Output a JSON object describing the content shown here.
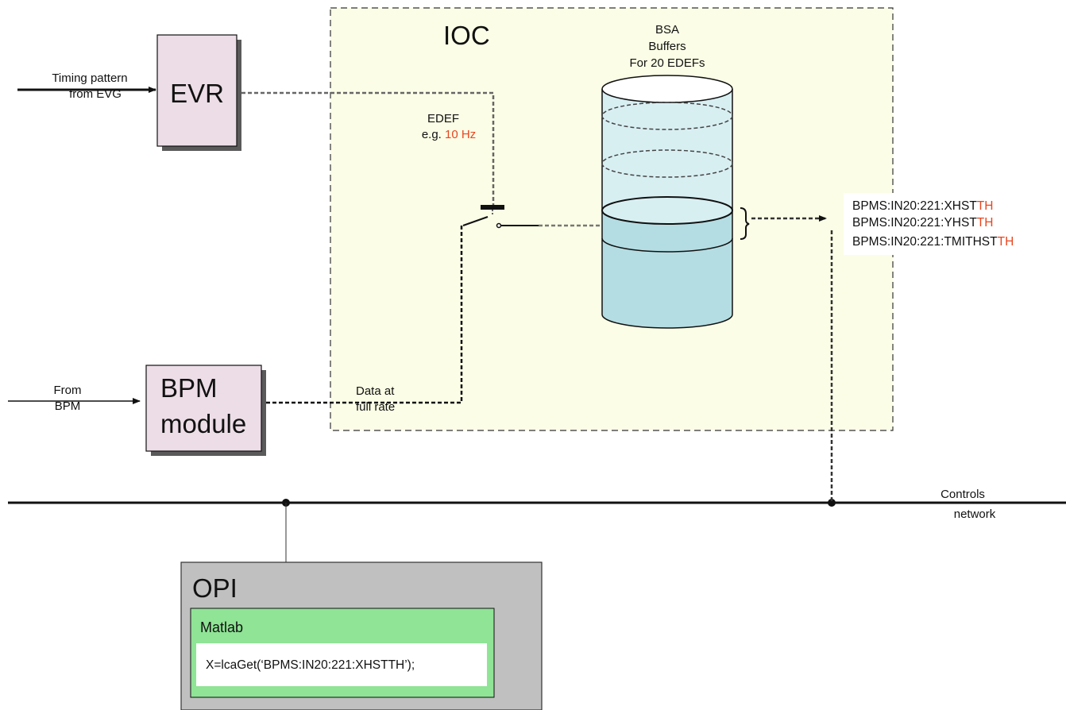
{
  "ioc": {
    "title": "IOC"
  },
  "bsa": {
    "line1": "BSA",
    "line2": "Buffers",
    "line3": "For 20 EDEFs"
  },
  "evr": {
    "label": "EVR"
  },
  "timing_input": {
    "line1": "Timing pattern",
    "line2": "from EVG"
  },
  "edef": {
    "line1": "EDEF",
    "prefix": "e.g. ",
    "rate": "10 Hz"
  },
  "bpm_module": {
    "line1": "BPM",
    "line2": "module"
  },
  "bpm_input": {
    "line1": "From",
    "line2": "BPM"
  },
  "data_rate": {
    "line1": "Data at",
    "line2": "full rate"
  },
  "pv_list": [
    {
      "base": "BPMS:IN20:221:XHST",
      "suffix": "TH"
    },
    {
      "base": "BPMS:IN20:221:YHST",
      "suffix": "TH"
    },
    {
      "base": "BPMS:IN20:221:TMITHST",
      "suffix": "TH"
    }
  ],
  "network": {
    "line1": "Controls",
    "line2": "network"
  },
  "opi": {
    "title": "OPI",
    "app_title": "Matlab",
    "code": "X=lcaGet(‘BPMS:IN20:221:XHSTTH’);"
  },
  "colors": {
    "ioc_fill": "#fbfde6",
    "box_fill": "#ecdde6",
    "cylinder_fill": "#b4dde3",
    "opi_fill": "#c0c0c0",
    "matlab_fill": "#8fe495",
    "accent_red": "#e8451e"
  }
}
